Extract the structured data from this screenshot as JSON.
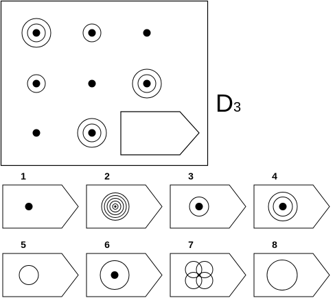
{
  "puzzle": {
    "code_letter": "D",
    "code_number": "3",
    "matrix": {
      "rows": [
        [
          {
            "rings": 2,
            "dot": true
          },
          {
            "rings": 1,
            "dot": true
          },
          {
            "rings": 0,
            "dot": true
          }
        ],
        [
          {
            "rings": 1,
            "dot": true
          },
          {
            "rings": 0,
            "dot": true
          },
          {
            "rings": 2,
            "dot": true
          }
        ],
        [
          {
            "rings": 0,
            "dot": true
          },
          {
            "rings": 2,
            "dot": true
          },
          {
            "missing": true
          }
        ]
      ]
    },
    "options": [
      {
        "label": "1",
        "figure": "dot"
      },
      {
        "label": "2",
        "figure": "concentric-target"
      },
      {
        "label": "3",
        "figure": "one-ring-dot"
      },
      {
        "label": "4",
        "figure": "two-rings-dot"
      },
      {
        "label": "5",
        "figure": "small-circle"
      },
      {
        "label": "6",
        "figure": "large-ring-dot"
      },
      {
        "label": "7",
        "figure": "four-overlapping-circles"
      },
      {
        "label": "8",
        "figure": "large-circle"
      }
    ]
  }
}
